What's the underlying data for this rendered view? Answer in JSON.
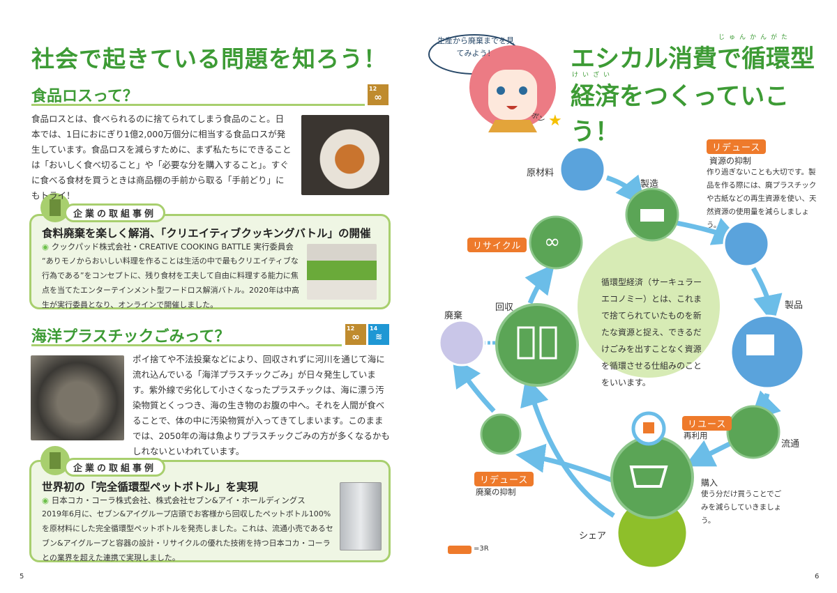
{
  "left_page": {
    "title": "社会で起きている問題を知ろう！",
    "food_loss": {
      "heading": "食品ロスって？",
      "sdg_icons": [
        "12"
      ],
      "text": "食品ロスとは、食べられるのに捨てられてしまう食品のこと。日本では、1日におにぎり1億2,000万個分に相当する食品ロスが発生しています。食品ロスを減らすために、まず私たちにできることは「おいしく食べ切ること」や「必要な分を購入すること」。すぐに食べる食材を買うときは商品棚の手前から取る「手前どり」にもトライ！",
      "case": {
        "tab": "企業の取組事例",
        "title": "食料廃棄を楽しく解消、「クリエイティブクッキングバトル」の開催",
        "company": "クックパッド株式会社・CREATIVE COOKING BATTLE 実行委員会",
        "text": "“ありモノからおいしい料理を作ることは生活の中で最もクリエイティブな行為である”をコンセプトに、残り食材を工夫して自由に料理する能力に焦点を当てたエンターテインメント型フードロス解消バトル。2020年は中高生が実行委員となり、オンラインで開催しました。"
      }
    },
    "ocean": {
      "heading": "海洋プラスチックごみって？",
      "sdg_icons": [
        "12",
        "14"
      ],
      "text": "ポイ捨てや不法投棄などにより、回収されずに河川を通じて海に流れ込んでいる「海洋プラスチックごみ」が日々発生しています。紫外線で劣化して小さくなったプラスチックは、海に漂う汚染物質とくっつき、海の生き物のお腹の中へ。それを人間が食べることで、体の中に汚染物質が入ってきてしまいます。このままでは、2050年の海は魚よりプラスチックごみの方が多くなるかもしれないといわれています。",
      "case": {
        "tab": "企業の取組事例",
        "title": "世界初の「完全循環型ペットボトル」を実現",
        "company": "日本コカ・コーラ株式会社、株式会社セブン&アイ・ホールディングス",
        "text": "2019年6月に、セブン&アイグループ店頭でお客様から回収したペットボトル100%を原材料にした完全循環型ペットボトルを発売しました。これは、流通小売であるセブン&アイグループと容器の設計・リサイクルの優れた技術を持つ日本コカ・コーラとの業界を超えた連携で実現しました。"
      }
    },
    "page_number": "5"
  },
  "right_page": {
    "speech": "生産から廃棄までを見てみよう！",
    "sfx": "ポン",
    "title_line1": "エシカル消費で循環型",
    "title_line2": "経済をつくっていこう！",
    "title_ruby1": "じゅんかんがた",
    "title_ruby2": "けいざい",
    "center_text": "循環型経済（サーキュラーエコノミー）とは、これまで捨てられていたものを新たな資源と捉え、できるだけごみを出すことなく資源を循環させる仕組みのことをいいます。",
    "nodes": {
      "raw": "原材料",
      "make": "製造",
      "product": "製品",
      "distribution": "流通",
      "share": "シェア",
      "collect": "回収",
      "dispose": "廃棄"
    },
    "reduce_top": {
      "tag": "リデュース",
      "sub": "資源の抑制",
      "text": "作り過ぎないことも大切です。製品を作る際には、廃プラスチックや古紙などの再生資源を使い、天然資源の使用量を減らしましょう。"
    },
    "recycle": {
      "tag": "リサイクル"
    },
    "reuse": {
      "tag": "リユース",
      "sub": "再利用"
    },
    "purchase": {
      "sub": "購入",
      "text": "使う分だけ買うことでごみを減らしていきましょう。"
    },
    "reduce_bottom": {
      "tag": "リデュース",
      "sub": "廃棄の抑制"
    },
    "legend": "=3R",
    "page_number": "6"
  },
  "colors": {
    "green": "#3d9b35",
    "light_green": "#a8cf6e",
    "orange": "#ee7a2b",
    "arrow_blue": "#6bbde8"
  }
}
